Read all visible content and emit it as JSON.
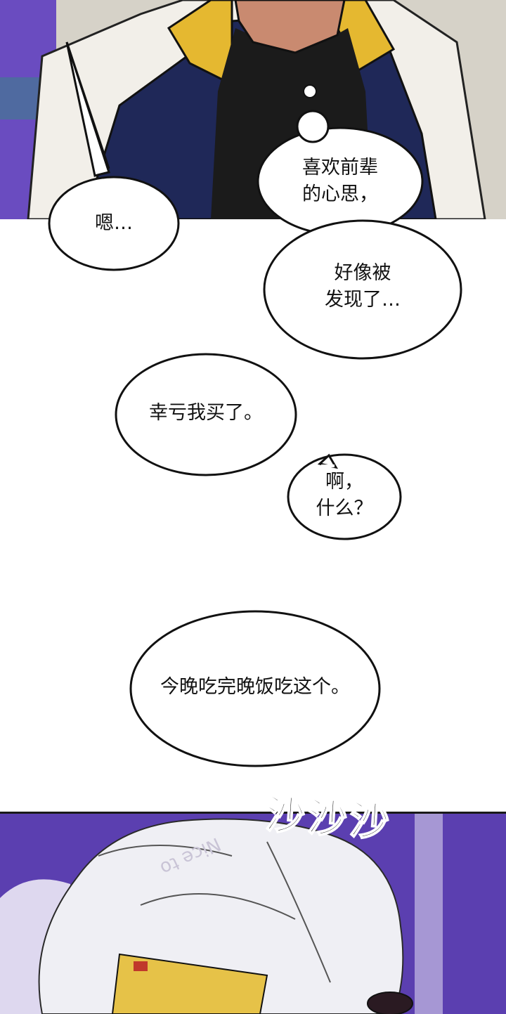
{
  "bubbles": {
    "b1": "嗯…",
    "b2": "喜欢前辈\n的心思，",
    "b3": "好像被\n发现了…",
    "b4": "幸亏我买了。",
    "b5": "啊，\n什么？",
    "b6": "今晚吃完晚饭吃这个。"
  },
  "sfx": "沙沙沙",
  "background_text": "Nice to",
  "colors": {
    "panel_purple": "#5b3fb0",
    "jacket_navy": "#1f2858",
    "collar_yellow": "#e5b830",
    "coat_white": "#f2efe9",
    "shirt_black": "#1b1b1b"
  }
}
